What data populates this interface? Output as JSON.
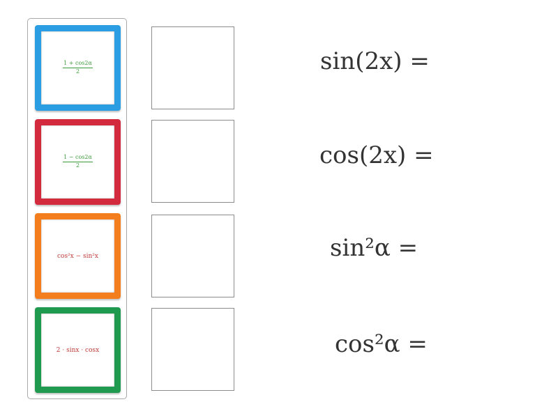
{
  "tray": {
    "cards": [
      {
        "color": "#2b9de2",
        "text_color": "#3a9a3a",
        "kind": "fraction",
        "numerator": "1 + cos2α",
        "denominator": "2"
      },
      {
        "color": "#d42a3e",
        "text_color": "#3a9a3a",
        "kind": "fraction",
        "numerator": "1 − cos2α",
        "denominator": "2"
      },
      {
        "color": "#f47e1e",
        "text_color": "#c03a3a",
        "kind": "text",
        "text": "cos²x − sin²x"
      },
      {
        "color": "#1f9a4f",
        "text_color": "#c03a3a",
        "kind": "text",
        "text": "2 · sinx · cosx"
      }
    ]
  },
  "prompts": [
    "sin(2x) =",
    "cos(2x) =",
    "sin²α =",
    "cos²α ="
  ]
}
